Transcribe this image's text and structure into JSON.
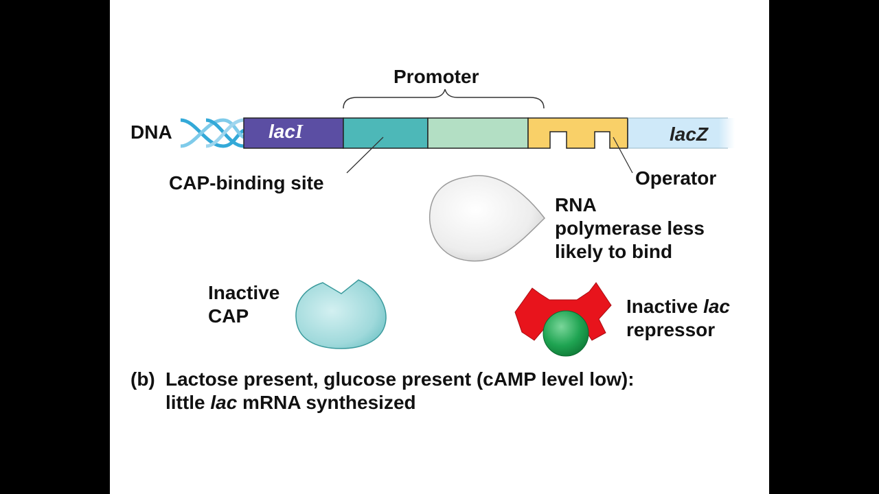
{
  "labels": {
    "promoter": "Promoter",
    "dna": "DNA",
    "laci_base": "lac",
    "laci_suffix": "I",
    "lacz": "lacZ",
    "cap_binding_site": "CAP-binding site",
    "operator": "Operator",
    "rna_polymerase": [
      "RNA",
      "polymerase less",
      "likely to bind"
    ],
    "inactive_cap": [
      "Inactive",
      "CAP"
    ],
    "inactive_repressor_prefix": "Inactive ",
    "inactive_repressor_italic": "lac",
    "inactive_repressor_line2": "repressor"
  },
  "caption": {
    "part": "(b)",
    "line1": "Lactose present, glucose present (cAMP level low):",
    "line2_prefix": "little ",
    "line2_italic": "lac",
    "line2_suffix": " mRNA synthesized"
  },
  "colors": {
    "laci": "#5b4ea3",
    "cap_site": "#4db8b8",
    "promoter_rest": "#b3dfc4",
    "operator": "#f9d068",
    "lacz": "#cfe9f9",
    "dna_helix": "#33a9d8",
    "cap_protein": "#8fd3d6",
    "repressor": "#e8141c",
    "allolactose": "#1a9a4a"
  }
}
